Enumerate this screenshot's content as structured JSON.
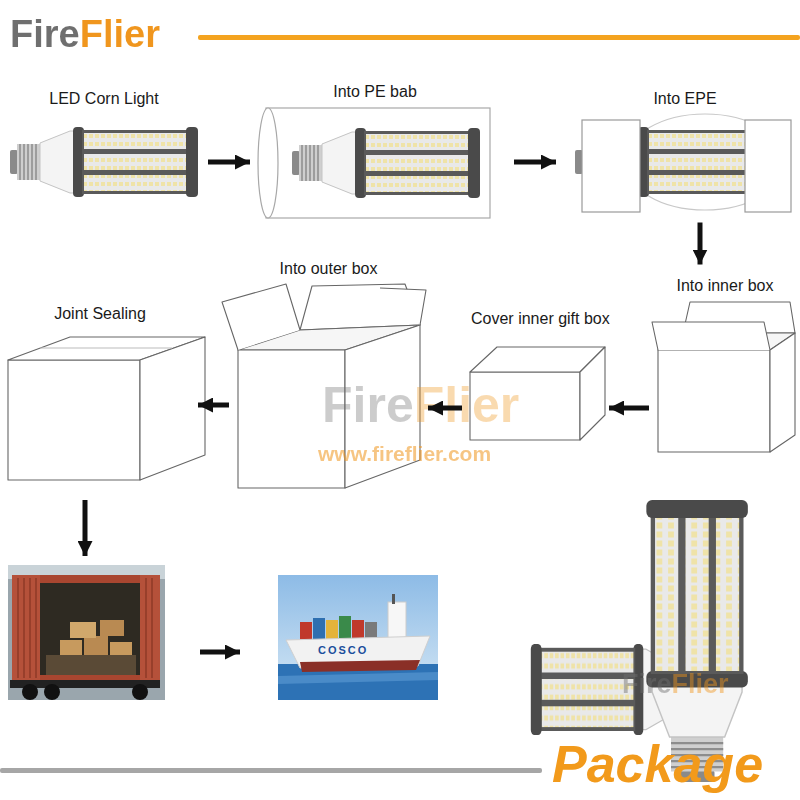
{
  "diagram": {
    "title": "Package",
    "nodes": [
      {
        "text": [
          "LED Corn Light"
        ]
      },
      {
        "text": [
          "Into PE bab"
        ]
      },
      {
        "text": [
          "Into EPE"
        ]
      },
      {
        "text": [
          "Into inner box"
        ]
      },
      {
        "text": [
          "Cover inner gift box"
        ]
      },
      {
        "text": [
          "Into outer box"
        ]
      },
      {
        "text": [
          "Joint Sealing"
        ]
      }
    ],
    "edges": [
      {
        "from": 0,
        "to": 1,
        "arrow": "to"
      },
      {
        "from": 1,
        "to": 2,
        "arrow": "to"
      },
      {
        "from": 2,
        "to": 3,
        "arrow": "to"
      },
      {
        "from": 3,
        "to": 4,
        "arrow": "to"
      },
      {
        "from": 4,
        "to": 5,
        "arrow": "to"
      },
      {
        "from": 5,
        "to": 6,
        "arrow": "to"
      }
    ],
    "labels": [
      "FireFlier",
      "FireFlier",
      "www.fireflier.com",
      "COSCO",
      "FireFlier"
    ]
  }
}
